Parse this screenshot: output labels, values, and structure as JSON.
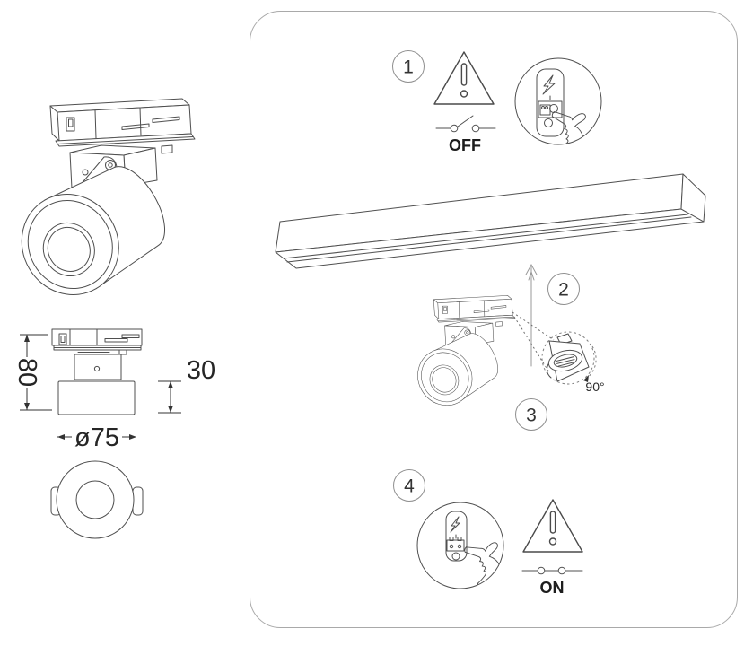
{
  "steps": [
    {
      "number": "1"
    },
    {
      "number": "2"
    },
    {
      "number": "3"
    },
    {
      "number": "4"
    }
  ],
  "labels": {
    "power_off": "OFF",
    "power_on": "ON",
    "rotation_angle": "90°"
  },
  "dimensions": {
    "overall_height": "80",
    "body_height": "30",
    "diameter": "ø75"
  },
  "icons": {
    "warning": "warning-triangle-icon",
    "switch_open": "switch-open-icon",
    "switch_closed": "switch-closed-icon",
    "lightning": "lightning-bolt-icon",
    "pressing_hand": "pressing-hand-icon",
    "insert_arrow": "up-arrow-icon",
    "rotation_arc": "rotation-arc-icon"
  },
  "colors": {
    "line": "#4f4f4f",
    "panel_border": "#a9a9a9",
    "text": "#262626",
    "muted_line": "#8a8a8a",
    "background": "#ffffff"
  }
}
